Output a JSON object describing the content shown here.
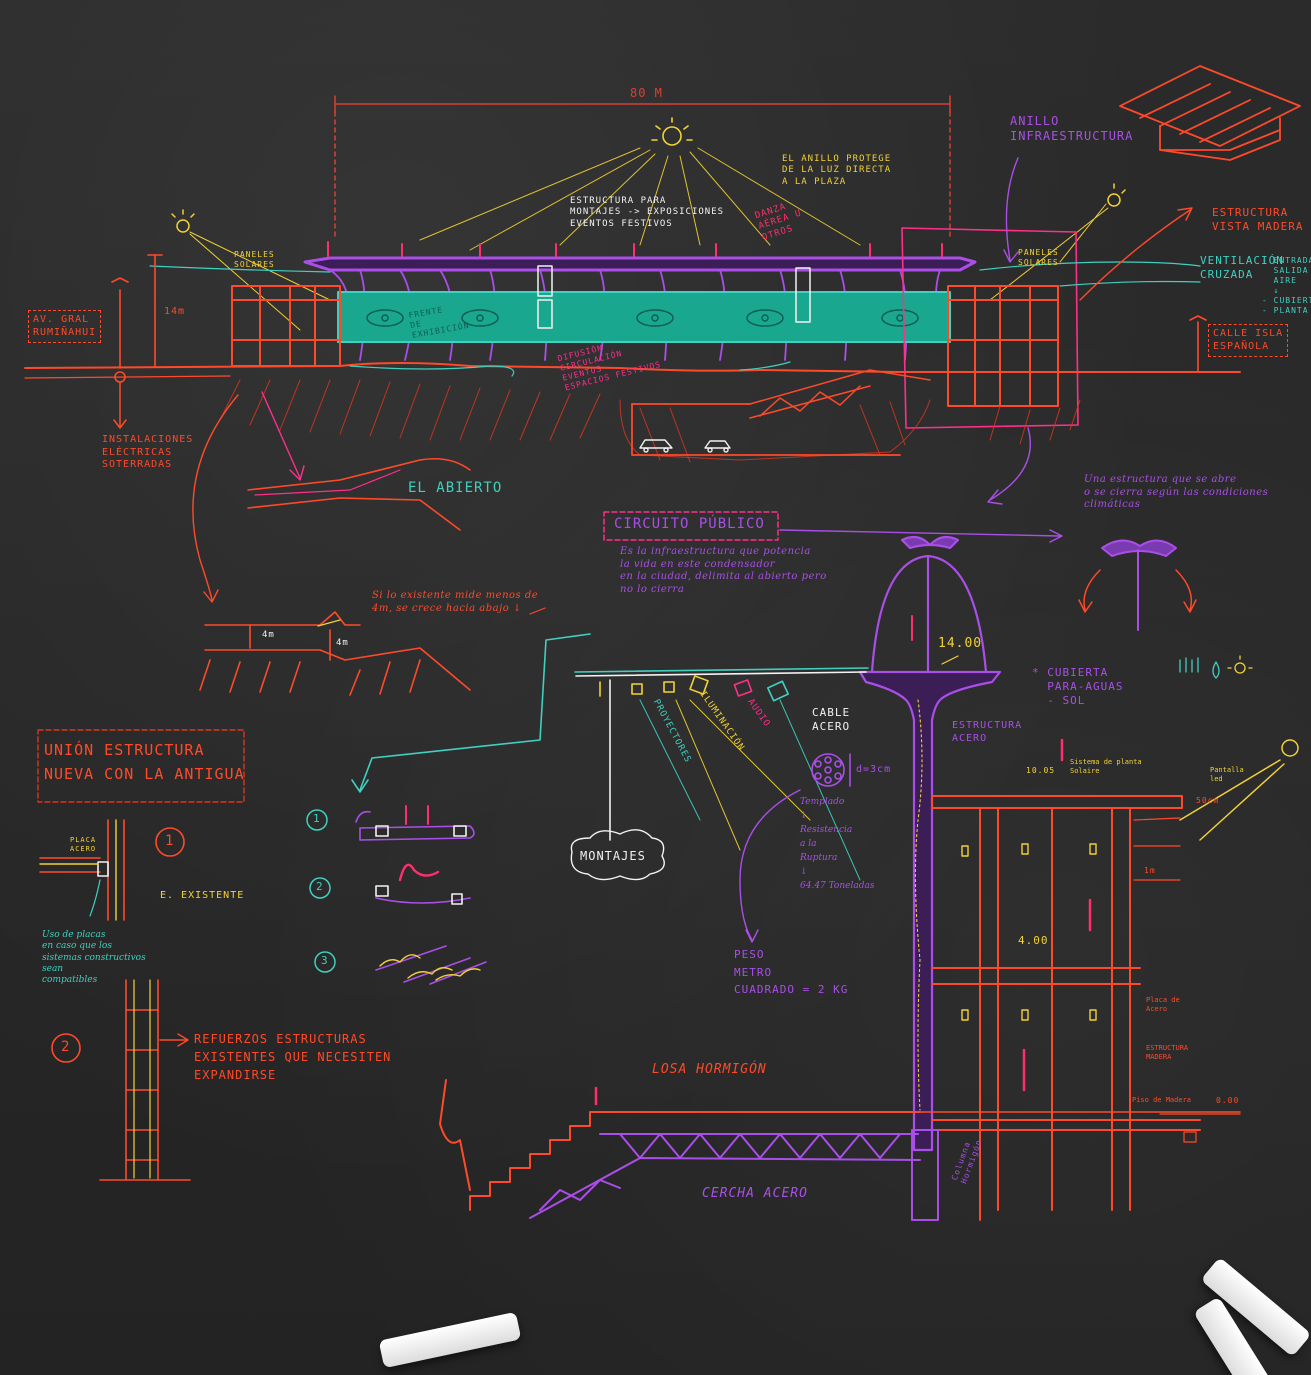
{
  "colors": {
    "background": "#262626",
    "red": "#ff4a2a",
    "orange_red": "#ff3b1f",
    "magenta": "#ff2f8a",
    "purple": "#a94fe8",
    "cyan": "#3fd0c0",
    "yellow": "#f2d233",
    "teal_fill": "#1aa790",
    "white": "#f2f2f2"
  },
  "labels": {
    "dim_80m": "80 M",
    "anillo": "ANILLO\nINFRAESTRUCTURA",
    "anillo_protege": "EL ANILLO PROTEGE\nDE LA LUZ DIRECTA\nA LA PLAZA",
    "estructura_montajes": "ESTRUCTURA PARA\nMONTAJES -> EXPOSICIONES\nEVENTOS FESTIVOS",
    "danza": "DANZA\nAÉREA U\nOTROS",
    "estructura_madera": "ESTRUCTURA\nVISTA MADERA",
    "ventilacion": "VENTILACIÓN\nCRUZADA",
    "ventilacion_notes": "- ENTRADA Y\n  SALIDA DE\n  AIRE\n  ↓\n- CUBIERTA\n- PLANTA BAJA",
    "paneles_izq": "PANELES\nSOLARES",
    "paneles_der": "PANELES\nSOLARES",
    "av": "AV. GRAL\nRUMIÑAHUI",
    "calle": "CALLE ISLA\nESPAÑOLA",
    "height_14m": "14m",
    "instalaciones": "INSTALACIONES\nELÉCTRICAS\nSOTERRADAS",
    "frente": "FRENTE\nDE\nEXHIBICIÓN",
    "difusion": "DIFUSIÓN\nCIRCULACIÓN\nEVENTOS\nESPACIOS FESTIVOS",
    "el_abierto": "EL ABIERTO",
    "circuito": "CIRCUITO PÚBLICO",
    "circuito_text": "Es la infraestructura que potencia\nla vida en este condensador\nen la ciudad, delimita al abierto pero\nno lo cierra",
    "estructura_abre": "Una estructura que se abre\no se cierra según las condiciones\nclimáticas",
    "si_existente": "Si lo existente mide menos de\n4m, se crece hacia abajo ↓",
    "dim_4m_a": "4m",
    "dim_4m_b": "4m",
    "dim_1400": "14.00",
    "cubierta": "* CUBIERTA\n  PARA-AGUAS\n  - SOL",
    "union": "UNIÓN ESTRUCTURA\nNUEVA CON LA ANTIGUA",
    "placa_acero": "PLACA\nACERO",
    "e_existente": "E. EXISTENTE",
    "uso_placas": "Uso de placas\nen caso que los\nsistemas constructivos\nsean\ncompatibles",
    "num_1": "1",
    "num_2": "2",
    "refuerzos": "REFUERZOS ESTRUCTURAS\nEXISTENTES QUE NECESITEN\nEXPANDIRSE",
    "step_1": "1",
    "step_2": "2",
    "step_3": "3",
    "montajes": "MONTAJES",
    "proyectores": "PROYECTORES",
    "iluminacion": "ILUMINACIÓN",
    "audio": "AUDIO",
    "cable_acero": "CABLE\nACERO",
    "d3cm": "d=3cm",
    "templado": "Templado\n↓\nResistencia\na la\nRuptura\n↓\n64.47 Toneladas",
    "peso": "PESO\nMETRO\nCUADRADO = 2 KG",
    "estructura_acero": "ESTRUCTURA\nACERO",
    "losa": "LOSA HORMIGÓN",
    "cercha": "CERCHA ACERO",
    "columna": "Columna\nHormigón",
    "sistema_planta": "Sistema de planta\nSolaire",
    "pantalla_led": "Pantalla\nled",
    "dim_1005": "10.05",
    "dim_50cm": "50cm",
    "dim_1m": "1m",
    "dim_400": "4.00",
    "placa_acero_2": "Placa de\nAcero",
    "estructura_madera_2": "ESTRUCTURA\nMADERA",
    "piso_madera": "Piso de Madera",
    "dim_000": "0.00"
  }
}
